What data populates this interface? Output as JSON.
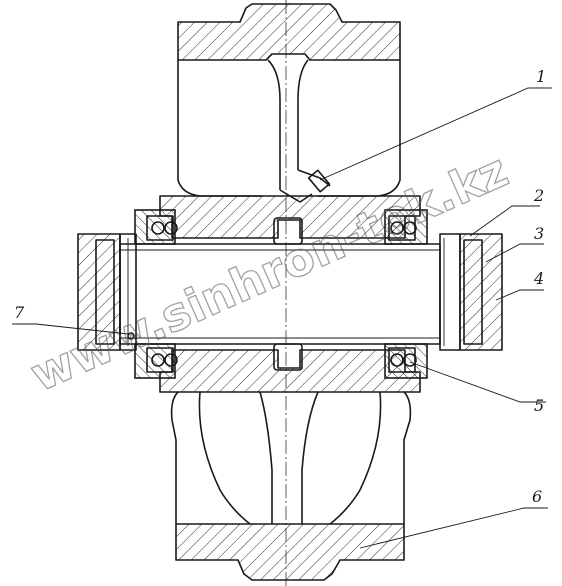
{
  "watermark": "www.sinhron-tok.kz",
  "callouts": [
    {
      "id": "1",
      "label": "1"
    },
    {
      "id": "2",
      "label": "2"
    },
    {
      "id": "3",
      "label": "3"
    },
    {
      "id": "4",
      "label": "4"
    },
    {
      "id": "5",
      "label": "5"
    },
    {
      "id": "6",
      "label": "6"
    },
    {
      "id": "7",
      "label": "7"
    }
  ],
  "colors": {
    "ink": "#1a1a1a",
    "paper": "#ffffff"
  }
}
